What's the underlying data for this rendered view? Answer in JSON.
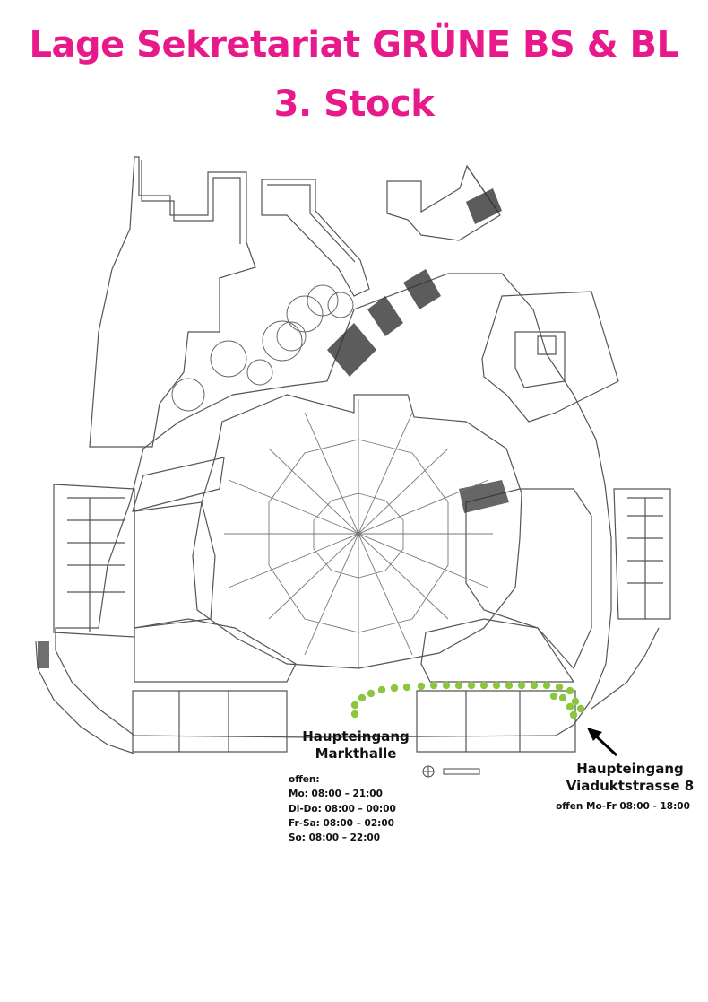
{
  "header": {
    "title_line1": "Lage Sekretariat GRÜNE BS & BL",
    "title_line2": "3. Stock"
  },
  "entrances": {
    "markthalle": {
      "line1": "Haupteingang",
      "line2": "Markthalle",
      "open_label": "offen:",
      "hours": [
        "Mo:  08:00 – 21:00",
        "Di-Do: 08:00 – 00:00",
        "Fr-Sa: 08:00 – 02:00",
        "So: 08:00 – 22:00"
      ]
    },
    "viadukt": {
      "line1": "Haupteingang",
      "line2": "Viaduktstrasse 8",
      "hours": "offen Mo-Fr 08:00 - 18:00"
    }
  },
  "colors": {
    "title": "#e8198b",
    "route": "#8cc63f",
    "plan_lines": "#555555"
  },
  "icons": {
    "arrow": "arrow-up-left-icon",
    "compass": "compass-icon"
  }
}
